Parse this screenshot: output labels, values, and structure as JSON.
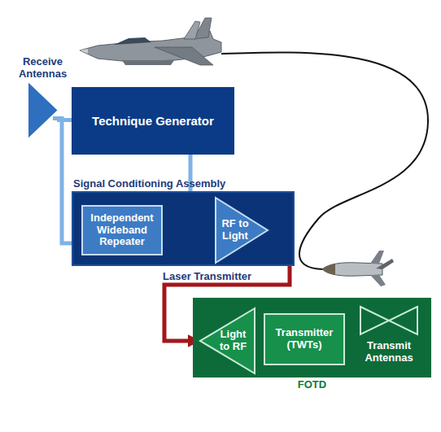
{
  "diagram": {
    "nodes": [
      {
        "text": [
          "Receive Antennas"
        ]
      },
      {
        "text": [
          "Technique Generator"
        ]
      },
      {
        "text": [
          "Signal Conditioning Assembly"
        ]
      },
      {
        "text": [
          "Independent Wideband Repeater"
        ],
        "in": 2
      },
      {
        "text": [
          "RF to Light"
        ],
        "in": 2
      },
      {
        "text": [
          "FOTD"
        ]
      },
      {
        "text": [
          "Light to RF"
        ],
        "in": 5
      },
      {
        "text": [
          "Transmitter (TWTs)"
        ],
        "in": 5
      },
      {
        "text": [
          "Transmit Antennas"
        ],
        "in": 5
      }
    ],
    "edges": [
      {
        "from": 0,
        "to": 1,
        "arrow": "none"
      },
      {
        "from": 0,
        "to": 3,
        "arrow": "none"
      },
      {
        "from": 1,
        "to": 4,
        "arrow": "to"
      },
      {
        "from": 3,
        "to": 4,
        "arrow": "to"
      },
      {
        "from": 4,
        "to": 6,
        "label": "Laser Transmitter",
        "arrow": "to"
      },
      {
        "from": 6,
        "to": 7,
        "arrow": "none"
      },
      {
        "from": 7,
        "to": 8,
        "arrow": "none"
      }
    ]
  }
}
